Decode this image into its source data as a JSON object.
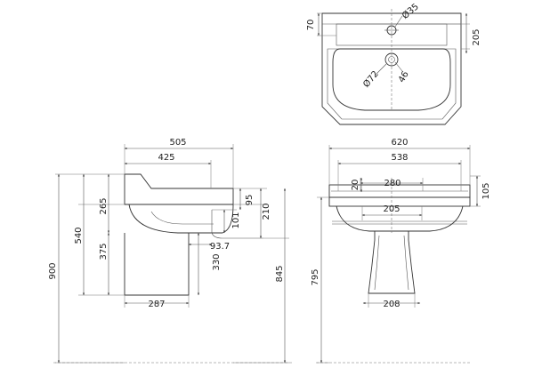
{
  "top_view": {
    "dims": {
      "depth_front": "70",
      "tap_hole": "Ø35",
      "back_height": "205",
      "waste_hole": "Ø72",
      "waste_offset": "46"
    }
  },
  "side_view": {
    "dims": {
      "overall_depth": "505",
      "bowl_depth": "425",
      "basin_height": "265",
      "pedestal_to_rim": "540",
      "pedestal_height": "375",
      "overall_height": "900",
      "rim_thickness": "95",
      "rim_height": "210",
      "waste_drop": "101",
      "waste_height": "330",
      "waste_projection": "93.7",
      "pedestal_depth": "287",
      "floor_to_tap": "845"
    }
  },
  "front_view": {
    "dims": {
      "overall_width": "620",
      "bowl_width": "538",
      "tap_centres": "280",
      "tap_hole_offset": "20",
      "splashback_height": "105",
      "bowl_inner": "205",
      "pedestal_width": "208",
      "overall_height": "795"
    }
  }
}
